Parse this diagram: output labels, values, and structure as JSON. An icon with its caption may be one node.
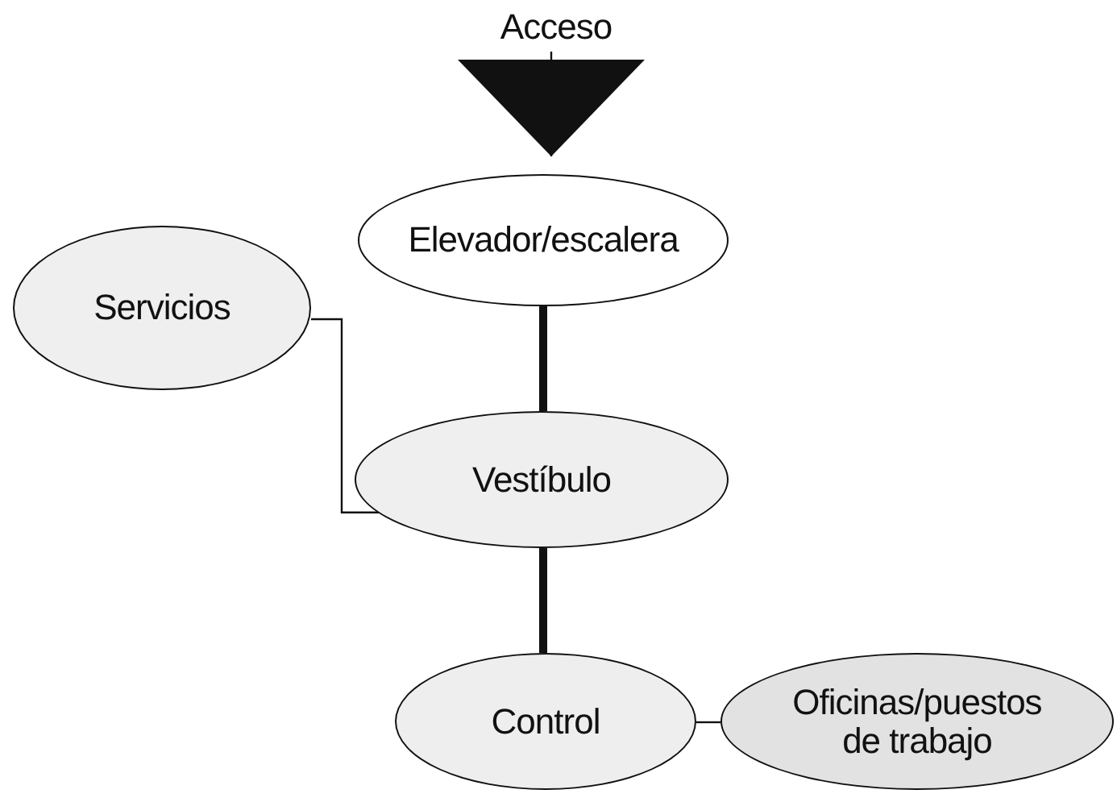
{
  "diagram": {
    "nodes": [
      {
        "text": [
          "Acceso"
        ]
      },
      {
        "text": [
          "Elevador/escalera"
        ]
      },
      {
        "text": [
          "Servicios"
        ]
      },
      {
        "text": [
          "Vestíbulo"
        ]
      },
      {
        "text": [
          "Control"
        ]
      },
      {
        "text": [
          "Oficinas/puestos de trabajo"
        ]
      }
    ],
    "edges": [
      {
        "from": 0,
        "to": 1,
        "arrow": "to"
      },
      {
        "from": 1,
        "to": 3,
        "arrow": "none",
        "style": "thick"
      },
      {
        "from": 2,
        "to": 3,
        "arrow": "none"
      },
      {
        "from": 3,
        "to": 4,
        "arrow": "none",
        "style": "thick"
      },
      {
        "from": 4,
        "to": 5,
        "arrow": "none"
      }
    ]
  }
}
